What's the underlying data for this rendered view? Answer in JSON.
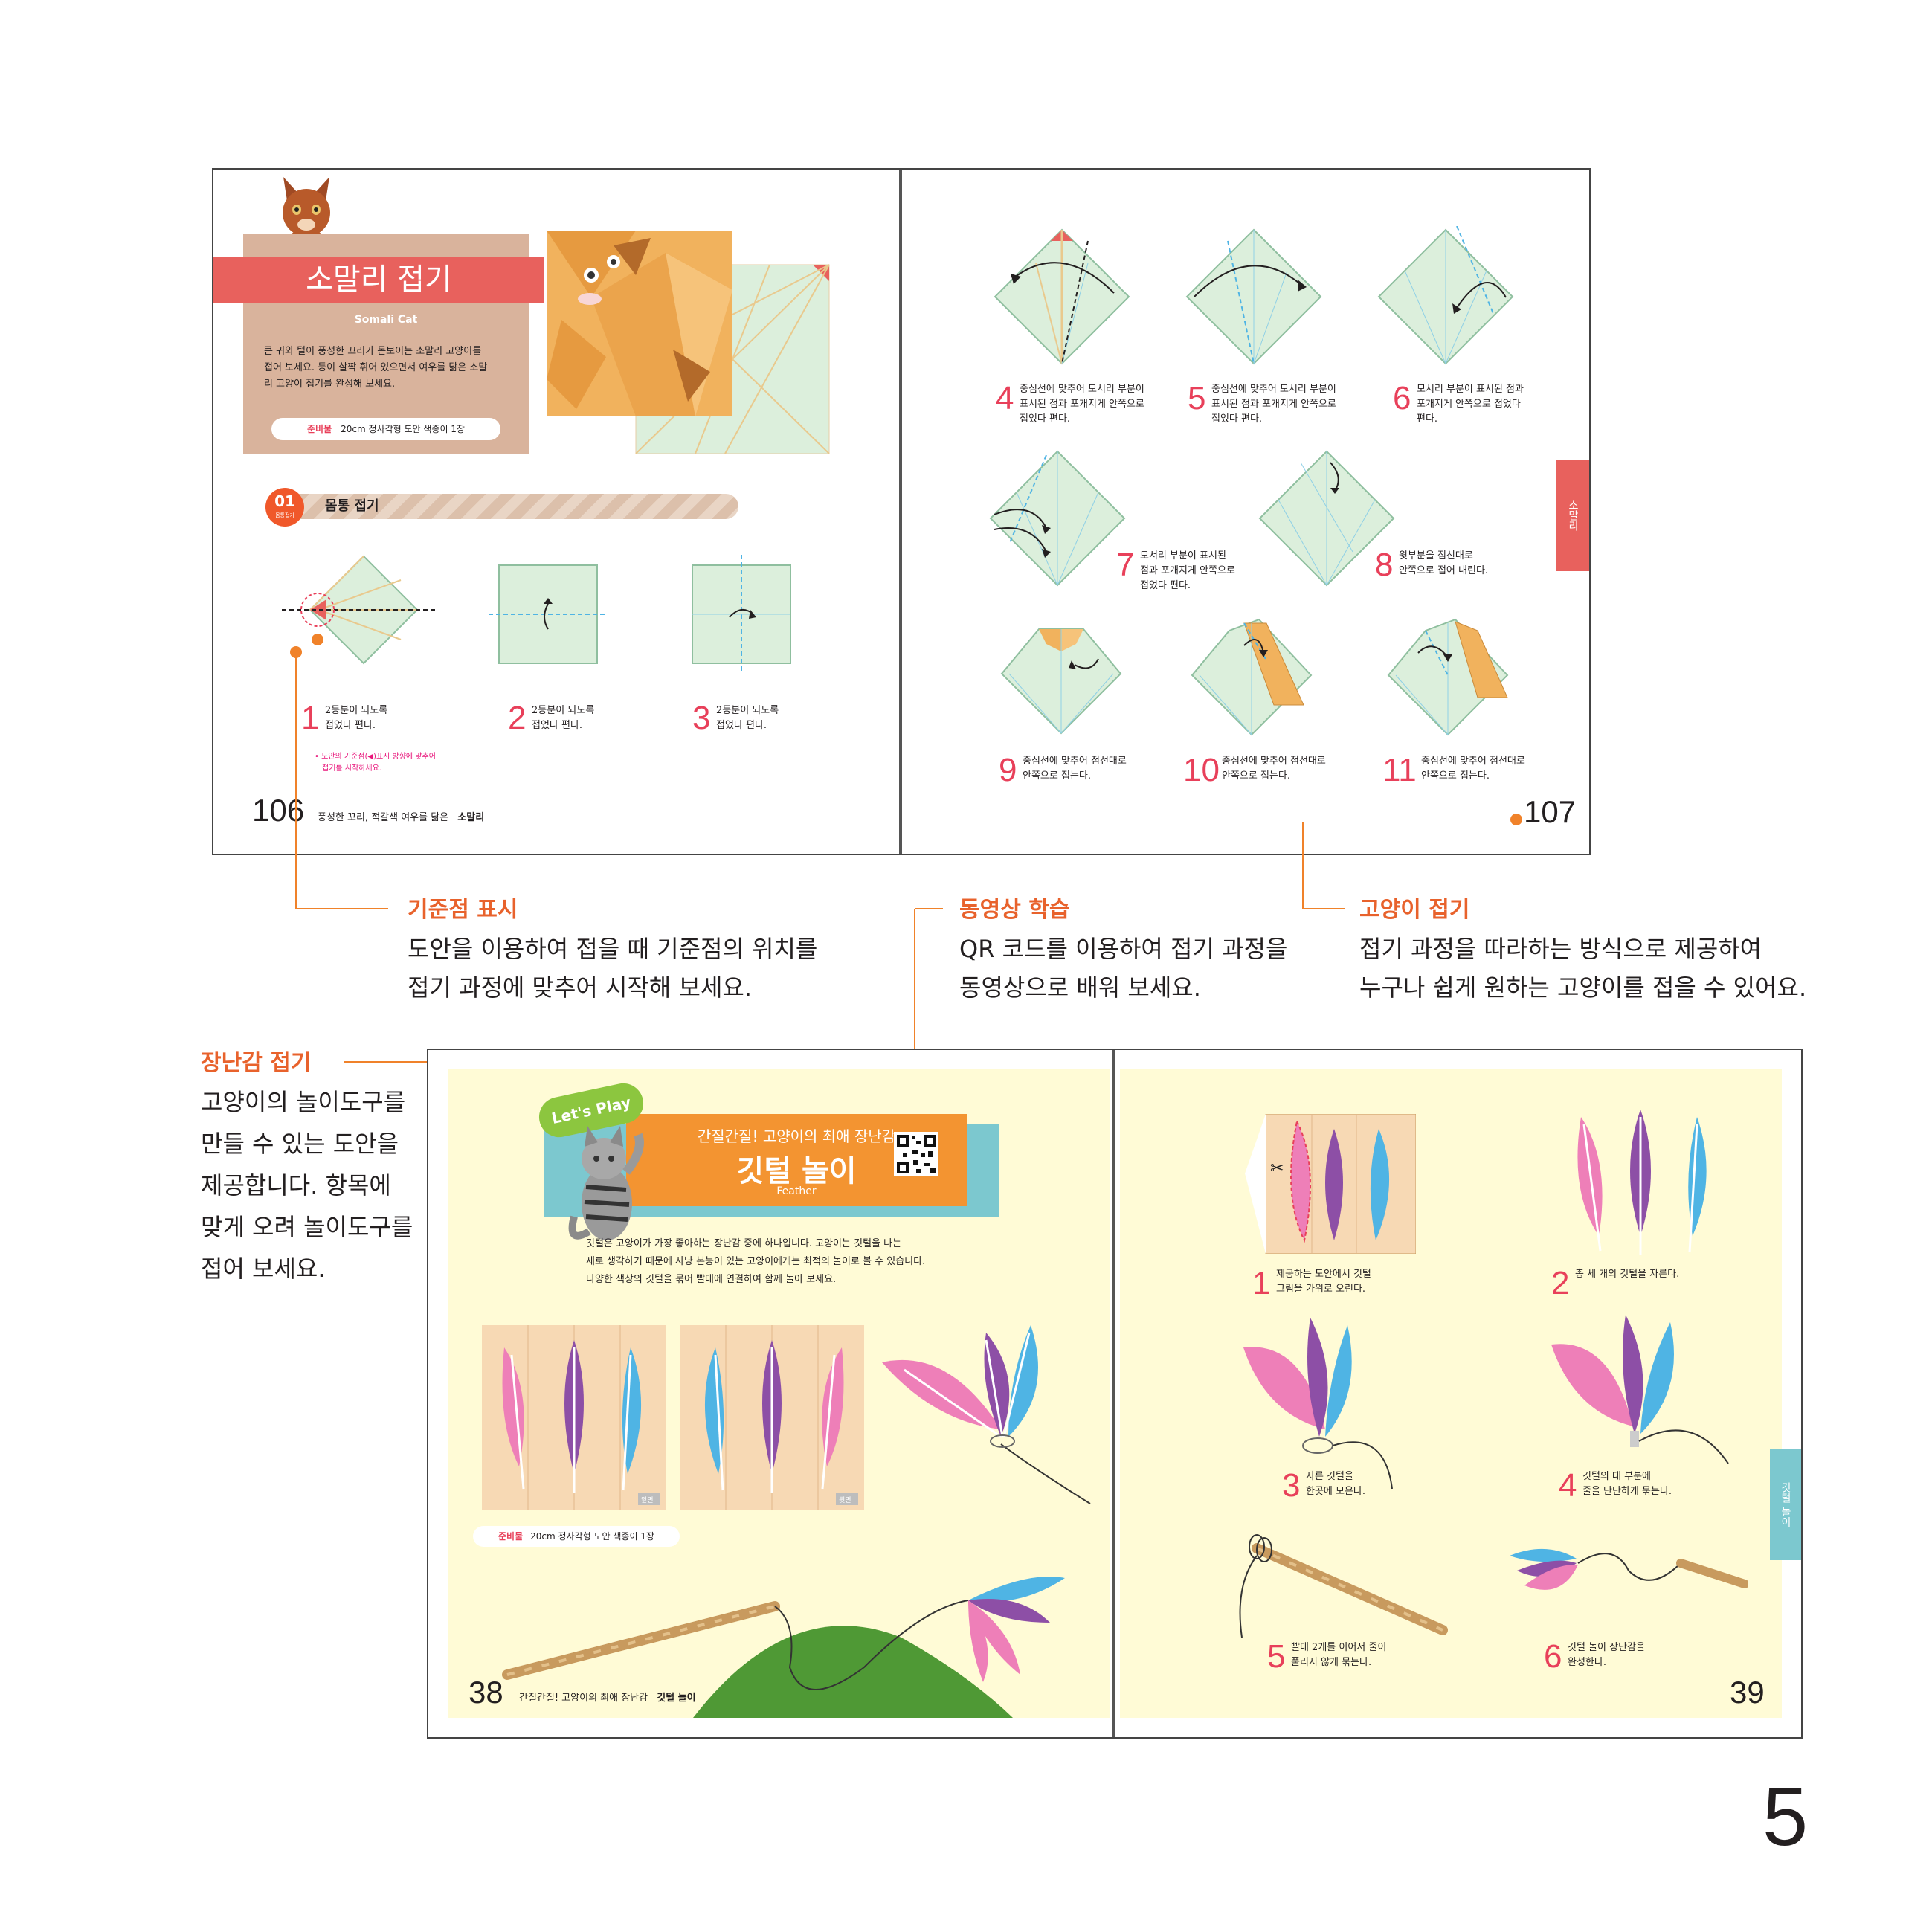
{
  "top_spread": {
    "left_page": {
      "title": "소말리 접기",
      "subtitle": "Somali Cat",
      "intro_lines": [
        "큰 귀와 털이 풍성한 꼬리가 돋보이는 소말리 고양이를",
        "접어 보세요. 등이 살짝 휘어 있으면서 여우를 닮은 소말",
        "리 고양이 접기를 완성해 보세요."
      ],
      "prep_label": "준비물",
      "prep_text": "20cm 정사각형 도안 색종이 1장",
      "section_num": "01",
      "section_sub": "몸통접기",
      "section_title": "몸통 접기",
      "steps": [
        {
          "num": "1",
          "text1": "2등분이 되도록",
          "text2": "접었다 편다."
        },
        {
          "num": "2",
          "text1": "2등분이 되도록",
          "text2": "접었다 편다."
        },
        {
          "num": "3",
          "text1": "2등분이 되도록",
          "text2": "접었다 편다."
        }
      ],
      "note_line1": "• 도안의 기준점(◀)표시 방향에 맞추어",
      "note_line2": "접기를 시작하세요.",
      "page_number": "106",
      "footer_text": "풍성한 꼬리, 적갈색 여우를 닮은",
      "footer_bold": "소말리"
    },
    "right_page": {
      "steps": [
        {
          "num": "4",
          "text1": "중심선에 맞추어 모서리 부분이",
          "text2": "표시된 점과 포개지게 안쪽으로",
          "text3": "접었다 편다."
        },
        {
          "num": "5",
          "text1": "중심선에 맞추어 모서리 부분이",
          "text2": "표시된 점과 포개지게 안쪽으로",
          "text3": "접었다 편다."
        },
        {
          "num": "6",
          "text1": "모서리 부분이 표시된 점과",
          "text2": "포개지게 안쪽으로 접었다",
          "text3": "편다."
        },
        {
          "num": "7",
          "text1": "모서리 부분이 표시된",
          "text2": "점과 포개지게 안쪽으로",
          "text3": "접었다 편다."
        },
        {
          "num": "8",
          "text1": "윗부분을 점선대로",
          "text2": "안쪽으로 접어 내린다.",
          "text3": ""
        },
        {
          "num": "9",
          "text1": "중심선에 맞추어 점선대로",
          "text2": "안쪽으로 접는다.",
          "text3": ""
        },
        {
          "num": "10",
          "text1": "중심선에 맞추어 점선대로",
          "text2": "안쪽으로 접는다.",
          "text3": ""
        },
        {
          "num": "11",
          "text1": "중심선에 맞추어 점선대로",
          "text2": "안쪽으로 접는다.",
          "text3": ""
        }
      ],
      "side_tab": "소말리",
      "page_number": "107"
    }
  },
  "callouts": {
    "reference": {
      "title": "기준점 표시",
      "line1": "도안을 이용하여 접을 때 기준점의 위치를",
      "line2": "접기 과정에 맞추어 시작해 보세요."
    },
    "video": {
      "title": "동영상 학습",
      "line1": "QR 코드를 이용하여 접기 과정을",
      "line2": "동영상으로 배워 보세요."
    },
    "cat": {
      "title": "고양이 접기",
      "line1": "접기 과정을 따라하는 방식으로 제공하여",
      "line2": "누구나 쉽게 원하는 고양이를 접을 수 있어요."
    },
    "toy": {
      "title": "장난감 접기",
      "lines": [
        "고양이의 놀이도구를",
        "만들 수 있는 도안을",
        "제공합니다. 항목에",
        "맞게 오려 놀이도구를",
        "접어 보세요."
      ]
    }
  },
  "bottom_spread": {
    "left_page": {
      "badge": "Let's Play",
      "kicker": "간질간질! 고양이의 최애 장난감",
      "title": "깃털 놀이",
      "subtitle": "Feather",
      "intro_lines": [
        "깃털은 고양이가 가장 좋아하는 장난감 중에 하나입니다. 고양이는 깃털을 나는",
        "새로 생각하기 때문에 사냥 본능이 있는 고양이에게는 최적의 놀이로 볼 수 있습니다.",
        "다양한 색상의 깃털을 묶어 빨대에 연결하여 함께 놀아 보세요."
      ],
      "pattern_front": "앞면",
      "pattern_back": "뒷면",
      "prep_label": "준비물",
      "prep_text": "20cm 정사각형 도안 색종이 1장",
      "page_number": "38",
      "footer_text": "간질간질! 고양이의 최애 장난감",
      "footer_bold": "깃털 놀이"
    },
    "right_page": {
      "steps": [
        {
          "num": "1",
          "text1": "제공하는 도안에서 깃털",
          "text2": "그림을 가위로 오린다."
        },
        {
          "num": "2",
          "text1": "총 세 개의 깃털을 자른다.",
          "text2": ""
        },
        {
          "num": "3",
          "text1": "자른 깃털을",
          "text2": "한곳에 모은다."
        },
        {
          "num": "4",
          "text1": "깃털의 대 부분에",
          "text2": "줄을 단단하게 묶는다."
        },
        {
          "num": "5",
          "text1": "빨대 2개를 이어서 줄이",
          "text2": "풀리지 않게 묶는다."
        },
        {
          "num": "6",
          "text1": "깃털 놀이 장난감을",
          "text2": "완성한다."
        }
      ],
      "side_tab": "깃털 놀이",
      "page_number": "39"
    }
  },
  "page_number": "5",
  "colors": {
    "accent_red": "#e8615d",
    "callout_orange": "#e8622c",
    "step_red": "#e8405a",
    "paper_green": "#dcefdc",
    "feather_pink": "#ee7fb8",
    "feather_purple": "#8d4fa6",
    "feather_blue": "#4fb4e4"
  }
}
